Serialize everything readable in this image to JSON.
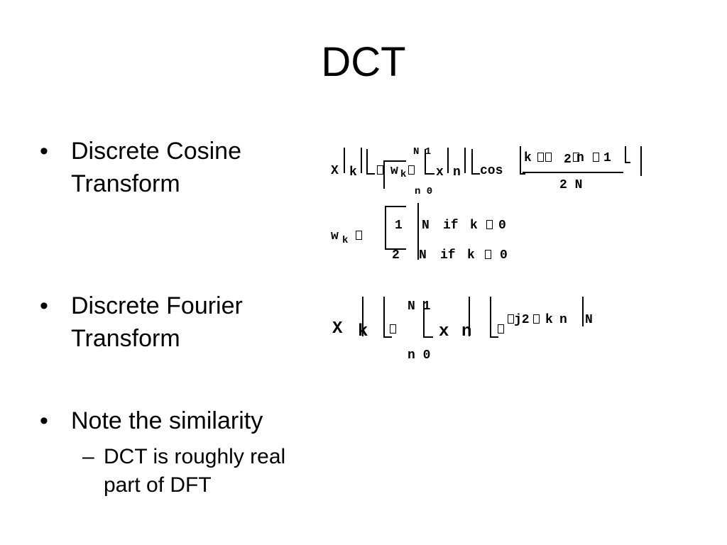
{
  "title": "DCT",
  "bullets": [
    {
      "line1": "Discrete Cosine",
      "line2": "Transform"
    },
    {
      "line1": "Discrete Fourier",
      "line2": "Transform"
    },
    {
      "line1": "Note the similarity",
      "line2": ""
    }
  ],
  "bullet_symbol": "•",
  "subbullet": {
    "dash": "–",
    "line1": "DCT is roughly real",
    "line2": "part of DFT"
  },
  "dct_equation": {
    "lhs_x": "X",
    "lhs_k": "k",
    "w": "w",
    "w_sub": "k",
    "sum_upper": "N 1",
    "sum_lower": "n 0",
    "x": "x",
    "n": "n",
    "cos": "cos",
    "num_k": "k",
    "num_2": "2",
    "num_n": "n",
    "num_1": "1",
    "den": "2 N"
  },
  "wk_definition": {
    "w": "w",
    "w_sub": "k",
    "case1_num": "1",
    "case1_N": "N",
    "case1_if": "if",
    "case1_k": "k",
    "case1_val": "0",
    "case2_num": "2",
    "case2_N": "N",
    "case2_if": "if",
    "case2_k": "k",
    "case2_val": "0"
  },
  "dft_equation": {
    "lhs_x": "X",
    "lhs_k": "k",
    "sum_upper": "N 1",
    "sum_lower": "n 0",
    "x": "x",
    "n": "n",
    "exp": "j2",
    "exp_k": "k",
    "exp_n": "n",
    "exp_N": "N"
  }
}
